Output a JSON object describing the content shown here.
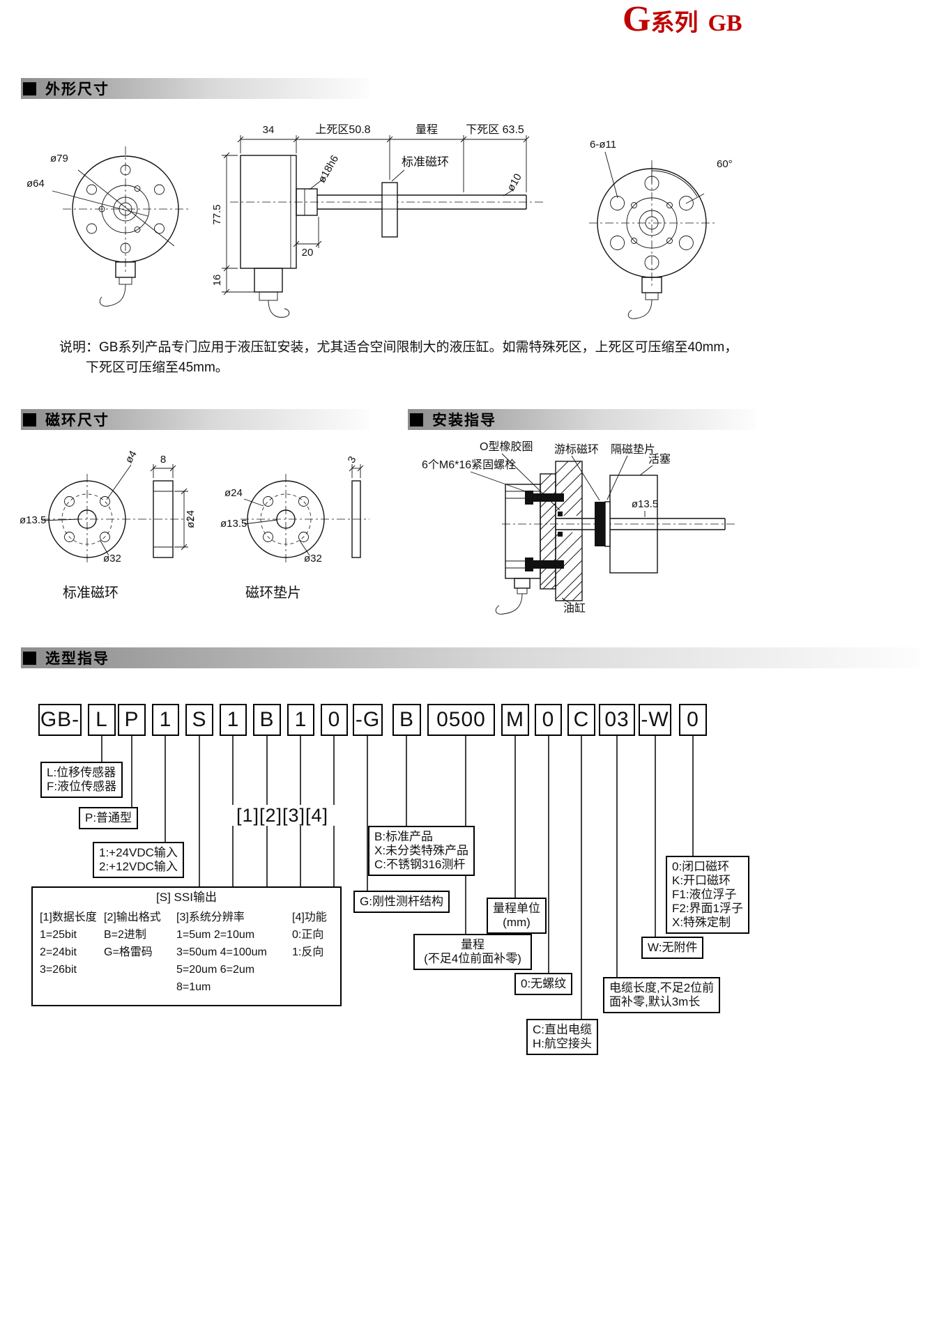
{
  "page_title": {
    "g": "G",
    "series": "系列",
    "code": "GB"
  },
  "sections": {
    "outline": "外形尺寸",
    "ring": "磁环尺寸",
    "install": "安装指导",
    "selection": "选型指导"
  },
  "outline": {
    "d79": "ø79",
    "d64": "ø64",
    "w34": "34",
    "upper_dead": "上死区50.8",
    "range": "量程",
    "lower_dead": "下死区 63.5",
    "std_ring": "标准磁环",
    "d18h6": "ø18h6",
    "d10": "ø10",
    "h775": "77.5",
    "h16": "16",
    "w20": "20",
    "bolts": "6-ø11",
    "angle": "60°",
    "note1": "说明：GB系列产品专门应用于液压缸安装，尤其适合空间限制大的液压缸。如需特殊死区，上死区可压缩至40mm，",
    "note2": "下死区可压缩至45mm。"
  },
  "ring": {
    "std": {
      "d135": "ø13.5",
      "d32": "ø32",
      "d4": "ø4",
      "w8": "8",
      "d24": "ø24",
      "caption": "标准磁环"
    },
    "spacer": {
      "d24": "ø24",
      "d135": "ø13.5",
      "d32": "ø32",
      "t3": "3",
      "caption": "磁环垫片"
    }
  },
  "install": {
    "oring": "O型橡胶圈",
    "bolts": "6个M6*16紧固螺栓",
    "cursor_ring": "游标磁环",
    "spacer": "隔磁垫片",
    "piston": "活塞",
    "d135": "ø13.5",
    "cylinder": "油缸"
  },
  "selection": {
    "code": [
      "GB-",
      "L",
      "P",
      "1",
      "S",
      "1",
      "B",
      "1",
      "0",
      "-G",
      "B",
      "0500",
      "M",
      "0",
      "C",
      "03",
      "-W",
      "0"
    ],
    "brackets": "[1][2][3][4]",
    "sensor_type": [
      "L:位移传感器",
      "F:液位传感器"
    ],
    "ptype": "P:普通型",
    "power": [
      "1:+24VDC输入",
      "2:+12VDC输入"
    ],
    "product_class": [
      "B:标准产品",
      "X:未分类特殊产品",
      "C:不锈钢316测杆"
    ],
    "ssi_title": "[S]  SSI输出",
    "ssi_col1_head": "[1]数据长度",
    "ssi_col2_head": "[2]输出格式",
    "ssi_col3_head": "[3]系统分辨率",
    "ssi_col4_head": "[4]功能",
    "ssi_col1": [
      "1=25bit",
      "2=24bit",
      "3=26bit"
    ],
    "ssi_col2": [
      "B=2进制",
      "G=格雷码"
    ],
    "ssi_col3": [
      "1=5um  2=10um",
      "3=50um 4=100um",
      "5=20um 6=2um",
      "8=1um"
    ],
    "ssi_col4": [
      "0:正向",
      "1:反向"
    ],
    "rod": "G:刚性测杆结构",
    "range_unit": [
      "量程单位",
      "(mm)"
    ],
    "range": [
      "量程",
      "(不足4位前面补零)"
    ],
    "thread": "0:无螺纹",
    "outlet": [
      "C:直出电缆",
      "H:航空接头"
    ],
    "cable_len": [
      "电缆长度,不足2位前",
      "面补零,默认3m长"
    ],
    "no_attach": "W:无附件",
    "ring_opts": [
      "0:闭口磁环",
      "K:开口磁环",
      "F1:液位浮子",
      "F2:界面1浮子",
      "X:特殊定制"
    ]
  }
}
